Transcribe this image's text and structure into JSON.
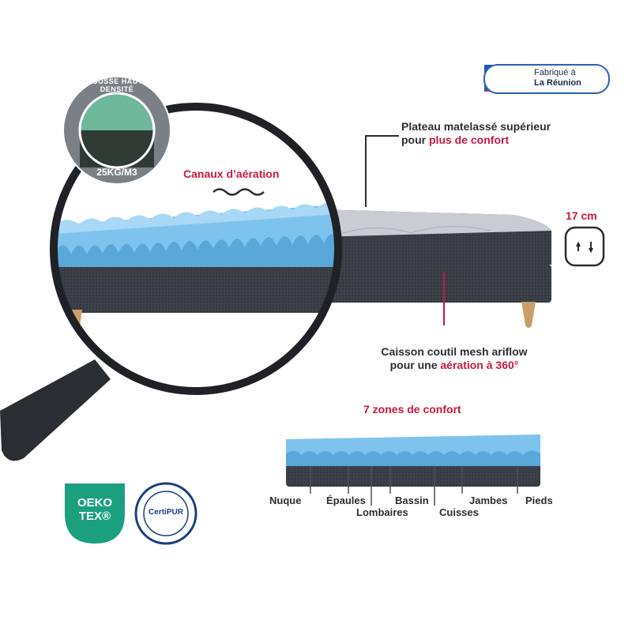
{
  "badge": {
    "line1": "Fabriqué à",
    "line2": "La Réunion"
  },
  "seal": {
    "text": "MOUSSE HAUTE DENSITÉ",
    "density": "25KG/M3"
  },
  "canaux": "Canaux d’aération",
  "plateau": {
    "line1": "Plateau matelassé supérieur",
    "line2_prefix": "pour ",
    "line2_highlight": "plus de confort"
  },
  "height": "17 cm",
  "caisson": {
    "line1": "Caisson coutil mesh ariflow",
    "line2_prefix": "pour une ",
    "line2_highlight": "aération à 360°"
  },
  "zones": {
    "title": "7 zones de confort",
    "items": [
      "Nuque",
      "Épaules",
      "Lombaires",
      "Bassin",
      "Cuisses",
      "Jambes",
      "Pieds"
    ]
  },
  "certifications": {
    "oeko_line1": "OEKO",
    "oeko_line2": "TEX®",
    "certipur": "CertiPUR"
  },
  "colors": {
    "accent": "#c8183f",
    "text": "#2b2d33",
    "foam": "#7ec3ee",
    "fabric": "#3a3f4a"
  }
}
